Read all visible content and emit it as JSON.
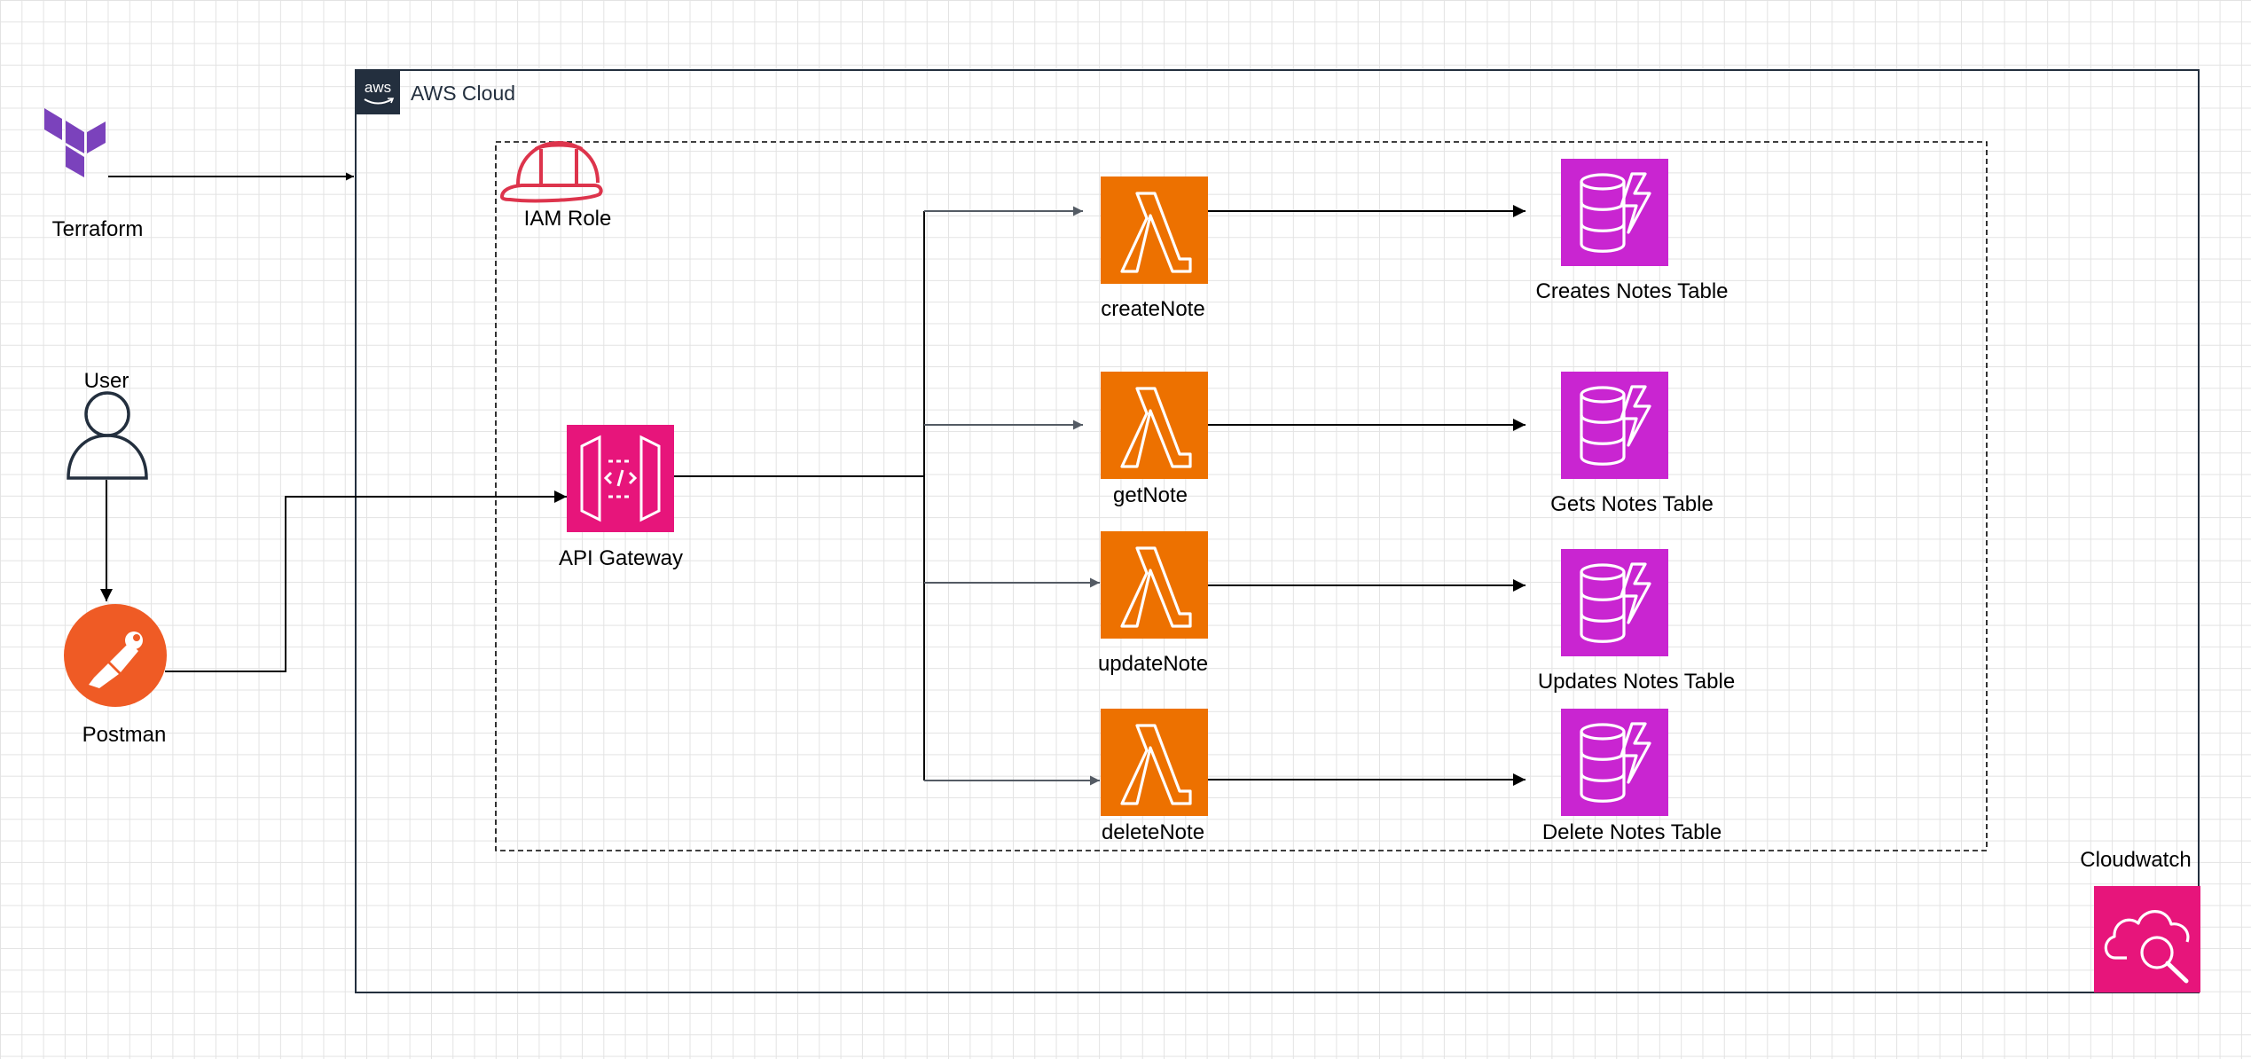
{
  "cloud": {
    "title": "AWS Cloud",
    "badge": "aws"
  },
  "external": {
    "terraform": "Terraform",
    "user": "User",
    "postman": "Postman"
  },
  "services": {
    "iam": "IAM Role",
    "api_gateway": "API Gateway",
    "cloudwatch": "Cloudwatch"
  },
  "lambdas": [
    {
      "name": "createNote"
    },
    {
      "name": "getNote"
    },
    {
      "name": "updateNote"
    },
    {
      "name": "deleteNote"
    }
  ],
  "tables": [
    {
      "name": "Creates Notes Table"
    },
    {
      "name": "Gets Notes Table"
    },
    {
      "name": "Updates Notes Table"
    },
    {
      "name": "Delete Notes Table"
    }
  ],
  "colors": {
    "lambda": "#ed7100",
    "dynamodb": "#c925d1",
    "api_gateway": "#e7157b",
    "cloudwatch": "#e7157b",
    "iam": "#dd344c",
    "terraform": "#7b42bc",
    "postman": "#ef5b25",
    "cloud_border": "#232f3e"
  },
  "icons": {
    "terraform": "terraform-logo-icon",
    "user": "user-icon",
    "postman": "postman-icon",
    "iam": "hard-hat-icon",
    "api_gateway": "api-gateway-icon",
    "lambda": "lambda-icon",
    "dynamodb": "dynamodb-icon",
    "cloudwatch": "cloudwatch-icon"
  }
}
